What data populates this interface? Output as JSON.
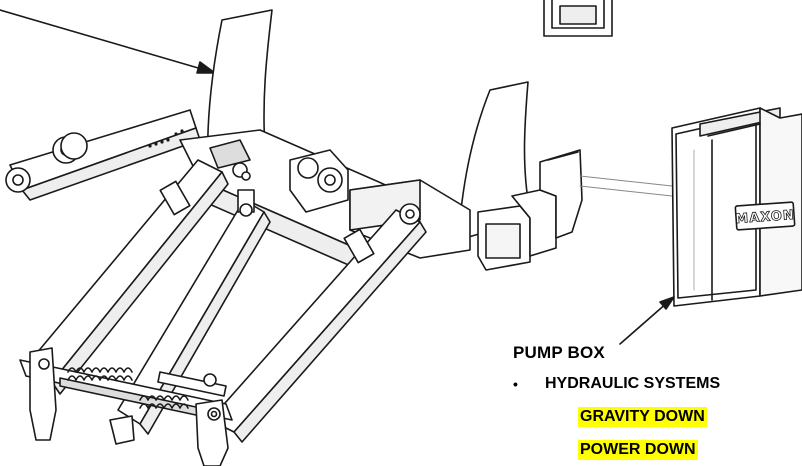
{
  "diagram": {
    "brand_logo": "MAXON",
    "callout": {
      "title": "PUMP BOX",
      "bullet_symbol": "•",
      "bullet_text": "HYDRAULIC SYSTEMS",
      "options": [
        "GRAVITY DOWN",
        "POWER DOWN"
      ]
    },
    "colors": {
      "line": "#1a1a1a",
      "highlight": "#ffff00",
      "background": "#ffffff",
      "part_fill": "#ffffff",
      "shade": "#d9d9d9"
    }
  }
}
